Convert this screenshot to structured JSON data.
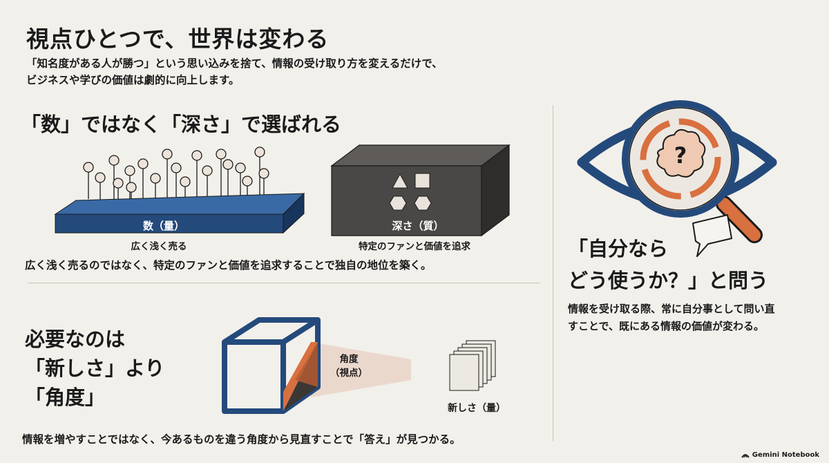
{
  "header": {
    "title": "視点ひとつで、世界は変わる",
    "lead_line1": "「知名度がある人が勝つ」という思い込みを捨て、情報の受け取り方を変えるだけで、",
    "lead_line2": "ビジネスや学びの価値は劇的に向上します。"
  },
  "section_depth": {
    "title": "「数」ではなく「深さ」で選ばれる",
    "quantity_label": "数（量）",
    "quantity_caption": "広く浅く売る",
    "depth_label": "深さ（質）",
    "depth_caption": "特定のファンと価値を追求",
    "summary": "広く浅く売るのではなく、特定のファンと価値を追求することで独自の地位を築く。"
  },
  "section_angle": {
    "title_line1": "必要なのは",
    "title_line2": "「新しさ」より",
    "title_line3": "「角度」",
    "angle_label_line1": "角度",
    "angle_label_line2": "（視点）",
    "novelty_label": "新しさ（量）",
    "summary": "情報を増やすことではなく、今あるものを違う角度から見直すことで「答え」が見つかる。"
  },
  "section_question": {
    "title_line1": "「自分なら",
    "title_line2": "どう使うか？」と問う",
    "body_line1": "情報を受け取る際、常に自分事として問い直",
    "body_line2": "すことで、既にある情報の価値が変わる。"
  },
  "footer": {
    "brand": "Gemini Notebook"
  },
  "colors": {
    "background": "#f2f0eb",
    "navy": "#244a7c",
    "orange": "#d9703f",
    "dark_box": "#4a4846",
    "pin_fill": "#ece3da"
  },
  "icons": [
    "eye-icon",
    "magnifier-icon",
    "brain-question-icon",
    "speech-bubble-icon",
    "cube-icon",
    "shapes-icon",
    "paper-stack-icon",
    "notebook-logo-icon"
  ]
}
